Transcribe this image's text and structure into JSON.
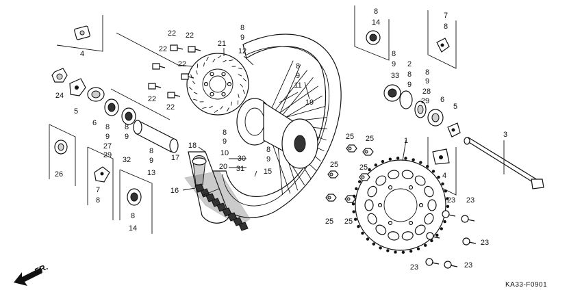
{
  "diagram": {
    "code": "KA33-F0901",
    "direction_label": "FR.",
    "callouts": [
      {
        "id": "c4a",
        "text": "4"
      },
      {
        "id": "c22a",
        "text": "22"
      },
      {
        "id": "c22b",
        "text": "22"
      },
      {
        "id": "c22c",
        "text": "22"
      },
      {
        "id": "c22d",
        "text": "22"
      },
      {
        "id": "c22e",
        "text": "22"
      },
      {
        "id": "c22f",
        "text": "22"
      },
      {
        "id": "c21",
        "text": "21"
      },
      {
        "id": "c8a",
        "text": "8"
      },
      {
        "id": "c9a",
        "text": "9"
      },
      {
        "id": "c12",
        "text": "12"
      },
      {
        "id": "c24",
        "text": "24"
      },
      {
        "id": "c5a",
        "text": "5"
      },
      {
        "id": "c6a",
        "text": "6"
      },
      {
        "id": "c8b",
        "text": "8"
      },
      {
        "id": "c9b",
        "text": "9"
      },
      {
        "id": "c27",
        "text": "27"
      },
      {
        "id": "c29a",
        "text": "29"
      },
      {
        "id": "c8c",
        "text": "8"
      },
      {
        "id": "c9c",
        "text": "9"
      },
      {
        "id": "c32",
        "text": "32"
      },
      {
        "id": "c8d",
        "text": "8"
      },
      {
        "id": "c9d",
        "text": "9"
      },
      {
        "id": "c13",
        "text": "13"
      },
      {
        "id": "c26",
        "text": "26"
      },
      {
        "id": "c7a",
        "text": "7"
      },
      {
        "id": "c8e",
        "text": "8"
      },
      {
        "id": "c8f",
        "text": "8"
      },
      {
        "id": "c14a",
        "text": "14"
      },
      {
        "id": "c18",
        "text": "18"
      },
      {
        "id": "c17",
        "text": "17"
      },
      {
        "id": "c16",
        "text": "16"
      },
      {
        "id": "c8g",
        "text": "8"
      },
      {
        "id": "c9e",
        "text": "9"
      },
      {
        "id": "c10",
        "text": "10"
      },
      {
        "id": "c8h",
        "text": "8"
      },
      {
        "id": "c9f",
        "text": "9"
      },
      {
        "id": "c30",
        "text": "30"
      },
      {
        "id": "c20",
        "text": "20"
      },
      {
        "id": "c31",
        "text": "31"
      },
      {
        "id": "c15",
        "text": "15"
      },
      {
        "id": "c8i",
        "text": "8"
      },
      {
        "id": "c9g",
        "text": "9"
      },
      {
        "id": "c11",
        "text": "11"
      },
      {
        "id": "c19",
        "text": "19"
      },
      {
        "id": "c8j",
        "text": "8"
      },
      {
        "id": "c14b",
        "text": "14"
      },
      {
        "id": "c7b",
        "text": "7"
      },
      {
        "id": "c8k",
        "text": "8"
      },
      {
        "id": "c8l",
        "text": "8"
      },
      {
        "id": "c9h",
        "text": "9"
      },
      {
        "id": "c33",
        "text": "33"
      },
      {
        "id": "c2",
        "text": "2"
      },
      {
        "id": "c8m",
        "text": "8"
      },
      {
        "id": "c9i",
        "text": "9"
      },
      {
        "id": "c8n",
        "text": "8"
      },
      {
        "id": "c9j",
        "text": "9"
      },
      {
        "id": "c28",
        "text": "28"
      },
      {
        "id": "c29b",
        "text": "29"
      },
      {
        "id": "c6b",
        "text": "6"
      },
      {
        "id": "c5b",
        "text": "5"
      },
      {
        "id": "c3",
        "text": "3"
      },
      {
        "id": "c25a",
        "text": "25"
      },
      {
        "id": "c25b",
        "text": "25"
      },
      {
        "id": "c25c",
        "text": "25"
      },
      {
        "id": "c25d",
        "text": "25"
      },
      {
        "id": "c25e",
        "text": "25"
      },
      {
        "id": "c25f",
        "text": "25"
      },
      {
        "id": "c1",
        "text": "1"
      },
      {
        "id": "c4b",
        "text": "4"
      },
      {
        "id": "c23a",
        "text": "23"
      },
      {
        "id": "c23b",
        "text": "23"
      },
      {
        "id": "c23c",
        "text": "23"
      },
      {
        "id": "c23d",
        "text": "23"
      },
      {
        "id": "c23e",
        "text": "23"
      }
    ]
  }
}
